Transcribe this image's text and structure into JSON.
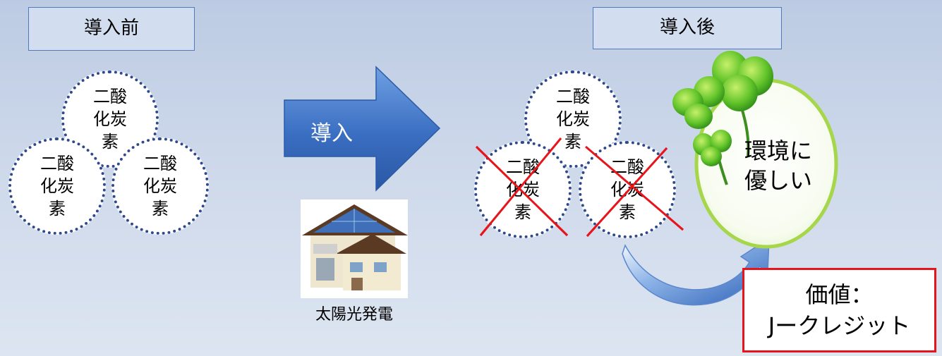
{
  "before": {
    "label": "導入前"
  },
  "after": {
    "label": "導入後"
  },
  "co2_label": "二酸化炭素",
  "arrow": {
    "label": "導入"
  },
  "solar": {
    "caption": "太陽光発電"
  },
  "eco": {
    "line1": "環境に",
    "line2": "優しい"
  },
  "value": {
    "line1": "価値：",
    "line2": "Jークレジット"
  },
  "colors": {
    "arrow_blue": "#3a6ec1",
    "cross_red": "#e8141b",
    "leaf_green": "#5fc52a",
    "value_border": "#e8141b",
    "circle_border": "#2f4a8a"
  }
}
